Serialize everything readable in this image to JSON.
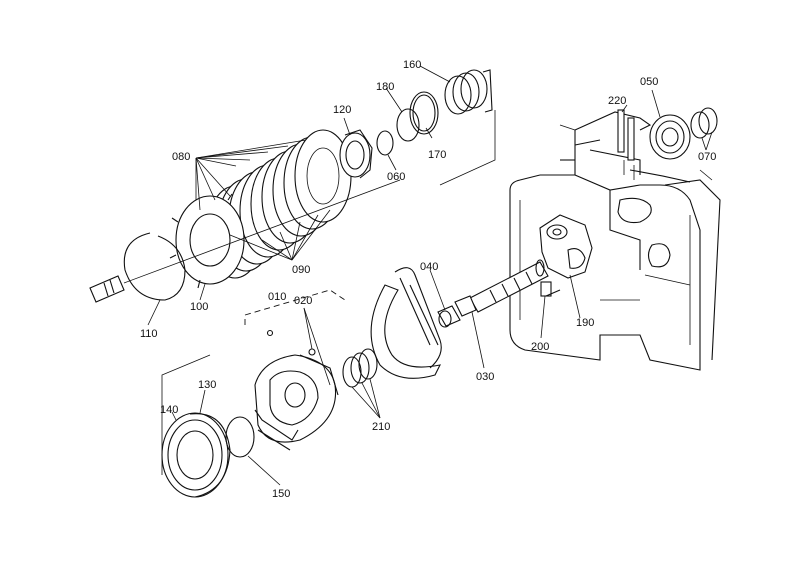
{
  "diagram": {
    "labels": [
      {
        "id": "part-010",
        "text": "010"
      },
      {
        "id": "part-020",
        "text": "020"
      },
      {
        "id": "part-030",
        "text": "030"
      },
      {
        "id": "part-040",
        "text": "040"
      },
      {
        "id": "part-050",
        "text": "050"
      },
      {
        "id": "part-060",
        "text": "060"
      },
      {
        "id": "part-070",
        "text": "070"
      },
      {
        "id": "part-080",
        "text": "080"
      },
      {
        "id": "part-090",
        "text": "090"
      },
      {
        "id": "part-100",
        "text": "100"
      },
      {
        "id": "part-110",
        "text": "110"
      },
      {
        "id": "part-120",
        "text": "120"
      },
      {
        "id": "part-130",
        "text": "130"
      },
      {
        "id": "part-140",
        "text": "140"
      },
      {
        "id": "part-150",
        "text": "150"
      },
      {
        "id": "part-160",
        "text": "160"
      },
      {
        "id": "part-170",
        "text": "170"
      },
      {
        "id": "part-180",
        "text": "180"
      },
      {
        "id": "part-190",
        "text": "190"
      },
      {
        "id": "part-200",
        "text": "200"
      },
      {
        "id": "part-210",
        "text": "210"
      },
      {
        "id": "part-220",
        "text": "220"
      }
    ]
  }
}
